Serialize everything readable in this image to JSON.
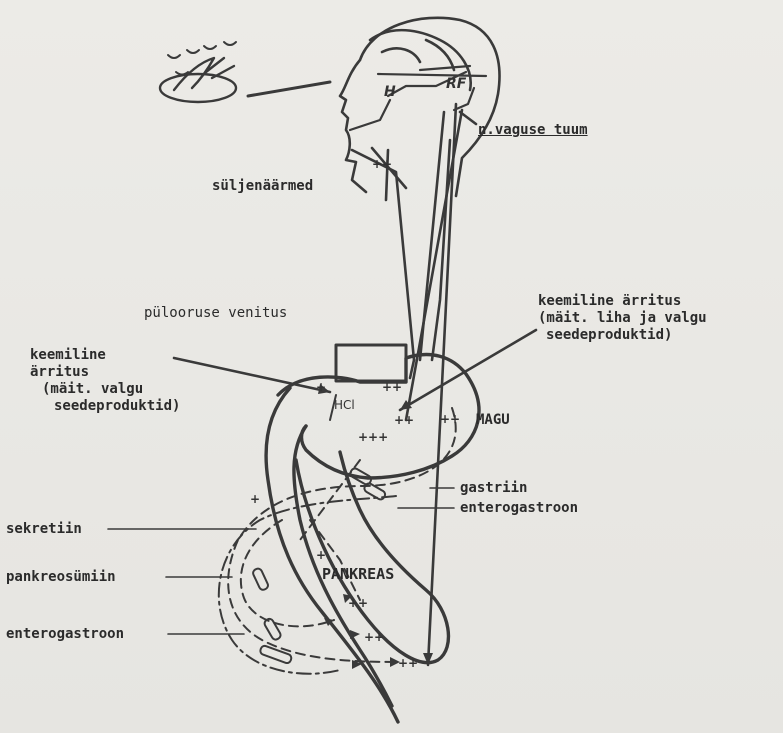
{
  "labels": {
    "nucleus": "n.vaguse tuum",
    "salivary": "süljenäärmed",
    "pylorus": "pülooruse venitus",
    "chem_right_1": "keemiline ärritus",
    "chem_right_2": "(mäit. liha ja valgu",
    "chem_right_3": "seedeproduktid)",
    "chem_left_1": "keemiline",
    "chem_left_2": "ärritus",
    "chem_left_3": "(mäit. valgu",
    "chem_left_4": "seedeproduktid)",
    "stomach": "MAGU",
    "gastrin": "gastriin",
    "enterogastrone_right": "enterogastroon",
    "secretin": "sekretiin",
    "pancreozymin": "pankreosümiin",
    "enterogastrone_left": "enterogastroon",
    "pancreas": "PANKREAS"
  },
  "brain_marks": {
    "H": "H",
    "RF": "RF",
    "HCl": "HCl"
  }
}
